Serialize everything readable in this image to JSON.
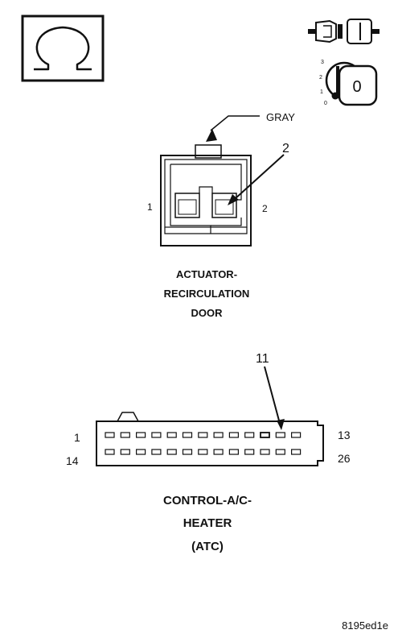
{
  "symbols": {
    "ohm_icon": "ohm-symbol",
    "ignition_icon": "ignition-key-off",
    "connector_icon": "disconnected-connector",
    "key_positions": [
      "3",
      "2",
      "1",
      "0"
    ],
    "key_label": "0"
  },
  "actuator": {
    "color_label": "GRAY",
    "callout": "2",
    "pin_left": "1",
    "pin_right": "2",
    "title_lines": [
      "ACTUATOR-",
      "RECIRCULATION",
      "DOOR"
    ]
  },
  "control": {
    "callout": "11",
    "pin_top_left": "1",
    "pin_top_right": "13",
    "pin_bottom_left": "14",
    "pin_bottom_right": "26",
    "pins_per_row": 13,
    "highlight_pin": 11,
    "title_lines": [
      "CONTROL-A/C-",
      "HEATER",
      "(ATC)"
    ]
  },
  "figure_id": "8195ed1e"
}
